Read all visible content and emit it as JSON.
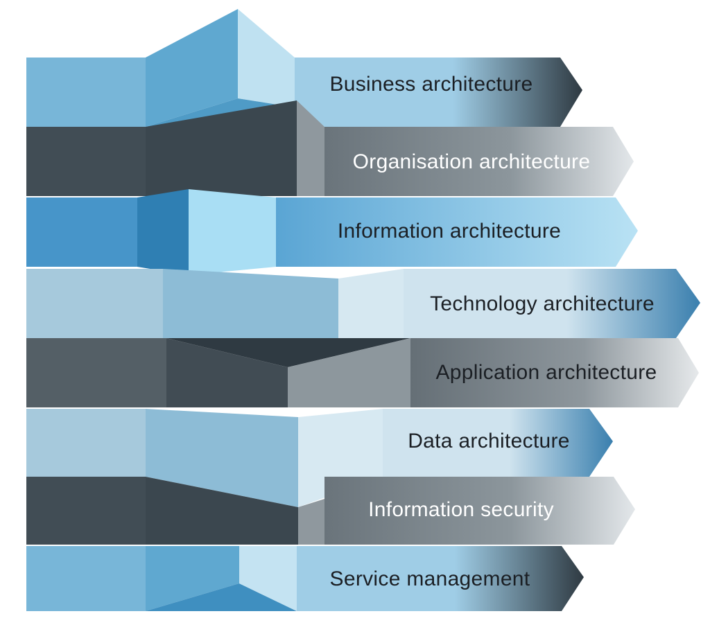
{
  "diagram": {
    "layers": [
      {
        "label": "Business architecture",
        "color": "#6aaed3",
        "text_color": "#1b1f24"
      },
      {
        "label": "Organisation architecture",
        "color": "#3f4a52",
        "text_color": "#ffffff"
      },
      {
        "label": "Information architecture",
        "color": "#4a98cb",
        "text_color": "#1b1f24"
      },
      {
        "label": "Technology architecture",
        "color": "#a9cde0",
        "text_color": "#1b1f24"
      },
      {
        "label": "Application architecture",
        "color": "#545f66",
        "text_color": "#1b1f24"
      },
      {
        "label": "Data architecture",
        "color": "#a9cde0",
        "text_color": "#1b1f24"
      },
      {
        "label": "Information security",
        "color": "#3f4a52",
        "text_color": "#ffffff"
      },
      {
        "label": "Service management",
        "color": "#6aaed3",
        "text_color": "#1b1f24"
      }
    ]
  }
}
